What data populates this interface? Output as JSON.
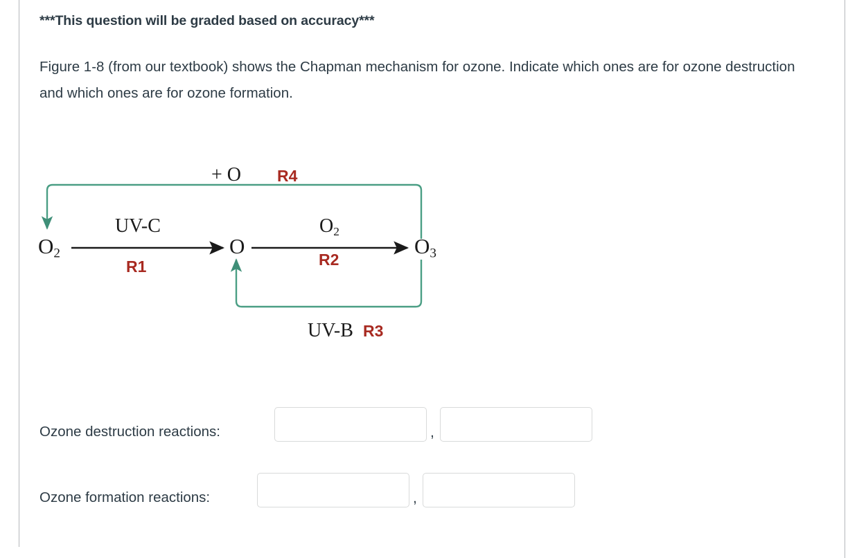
{
  "question": {
    "heading": "***This question will be graded based on accuracy***",
    "body": "Figure 1-8 (from our textbook) shows the Chapman mechanism for ozone.  Indicate which ones are for ozone destruction and which ones are for ozone formation."
  },
  "figure": {
    "name": "chapman-mechanism-diagram",
    "colors": {
      "arrow_black": "#1a1a1a",
      "loop_green": "#4a9e84",
      "reaction_red": "#a82a21"
    },
    "species": {
      "left": "O",
      "left_sub": "2",
      "middle": "O",
      "right": "O",
      "right_sub": "3"
    },
    "conditions": {
      "top_plus_o": "+ O",
      "left_arrow": "UV-C",
      "right_arrow": "O",
      "right_arrow_sub": "2",
      "bottom": "UV-B"
    },
    "reactions": {
      "r1": "R1",
      "r2": "R2",
      "r3": "R3",
      "r4": "R4"
    }
  },
  "answers": {
    "destruction": {
      "label": "Ozone destruction reactions:",
      "separator": ",",
      "field1_value": "",
      "field2_value": "",
      "field1_placeholder": "",
      "field2_placeholder": ""
    },
    "formation": {
      "label": "Ozone formation reactions:",
      "separator": ",",
      "field1_value": "",
      "field2_value": "",
      "field1_placeholder": "",
      "field2_placeholder": ""
    }
  }
}
